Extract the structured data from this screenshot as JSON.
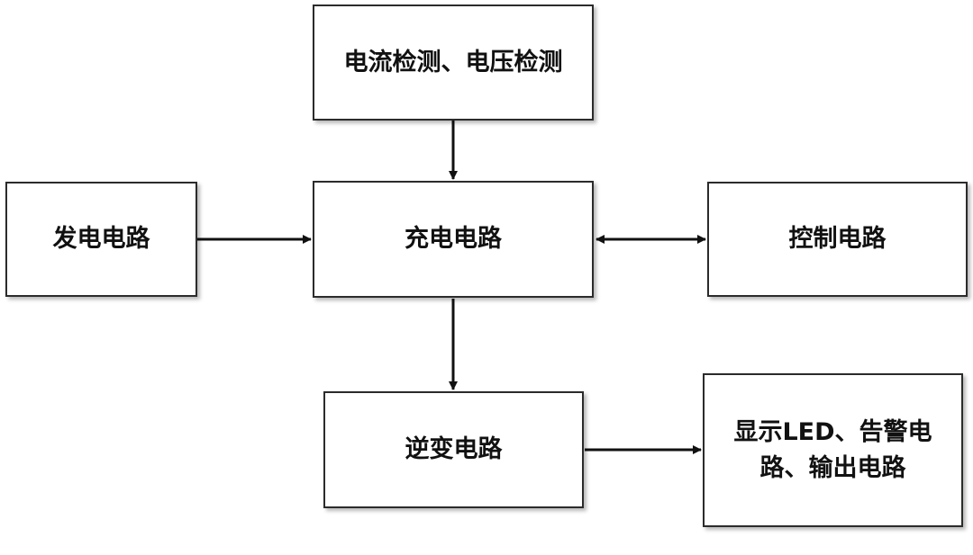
{
  "blocks": {
    "detection": "电流检测、电压检测",
    "generator": "发电电路",
    "charging": "充电电路",
    "control": "控制电路",
    "inverter": "逆变电路",
    "output_line1": "显示LED、告警电",
    "output_line2": "路、输出电路"
  },
  "colors": {
    "border": "#2b2b2b",
    "arrow": "#111111",
    "background": "#ffffff"
  }
}
